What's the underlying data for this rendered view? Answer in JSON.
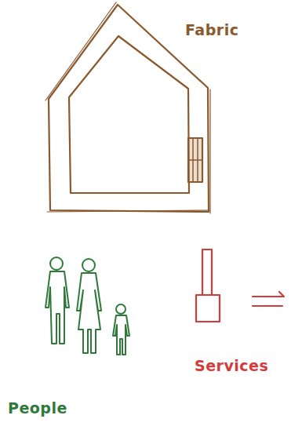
{
  "diagram": {
    "labels": [
      "Fabric",
      "People",
      "Services"
    ]
  }
}
